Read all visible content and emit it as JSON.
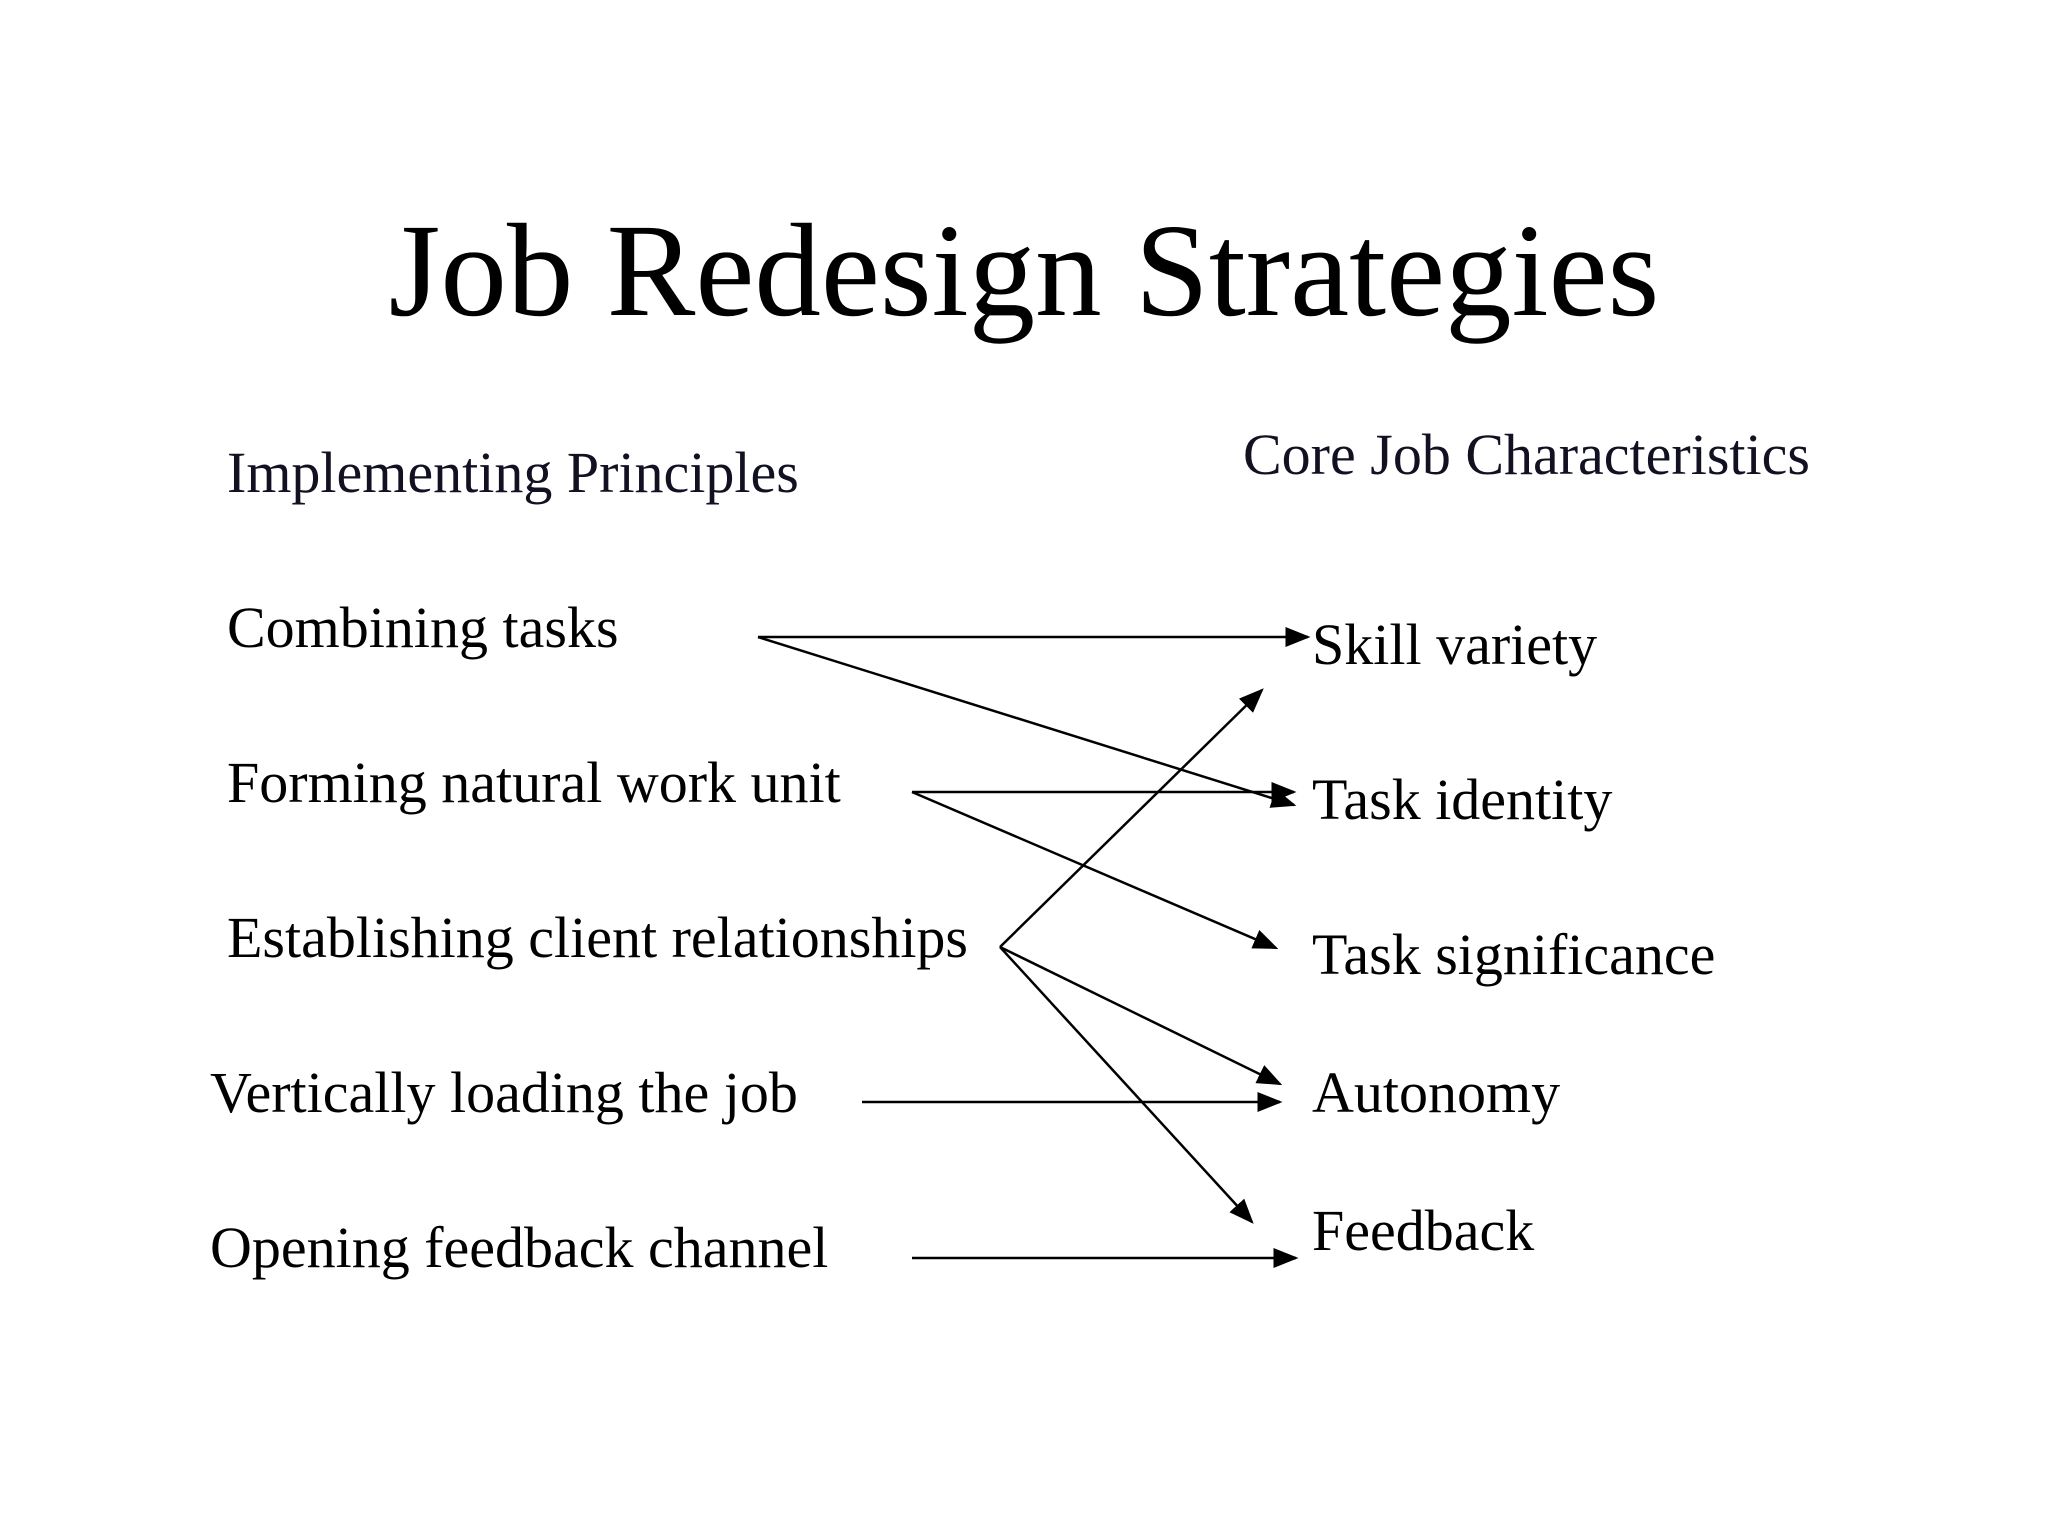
{
  "title": "Job Redesign Strategies",
  "left_heading": "Implementing Principles",
  "right_heading": "Core Job Characteristics",
  "principles": [
    "Combining tasks",
    "Forming natural work unit",
    "Establishing client relationships",
    "Vertically loading the job",
    "Opening feedback channel"
  ],
  "characteristics": [
    "Skill variety",
    "Task identity",
    "Task significance",
    "Autonomy",
    "Feedback"
  ],
  "links": [
    {
      "from": 0,
      "to": 0
    },
    {
      "from": 0,
      "to": 1
    },
    {
      "from": 1,
      "to": 1
    },
    {
      "from": 1,
      "to": 2
    },
    {
      "from": 2,
      "to": 0
    },
    {
      "from": 2,
      "to": 3
    },
    {
      "from": 2,
      "to": 4
    },
    {
      "from": 3,
      "to": 3
    },
    {
      "from": 4,
      "to": 4
    }
  ]
}
